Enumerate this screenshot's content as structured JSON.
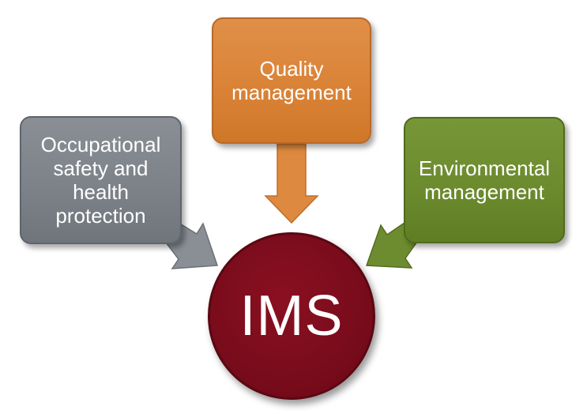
{
  "diagram": {
    "center": {
      "label": "IMS",
      "color": "#7a0c1c"
    },
    "nodes": [
      {
        "id": "quality",
        "label": "Quality management",
        "lines": [
          "Quality",
          "management"
        ],
        "color": "#d98236",
        "arrow_color": "#dd8a40"
      },
      {
        "id": "ohs",
        "label": "Occupational safety and health protection",
        "lines": [
          "Occupational",
          "safety and",
          "health",
          "protection"
        ],
        "color": "#7c8188",
        "arrow_color": "#8a8f95"
      },
      {
        "id": "environmental",
        "label": "Environmental management",
        "lines": [
          "Environmental",
          "management"
        ],
        "color": "#6b8a2d",
        "arrow_color": "#6d8c2f"
      }
    ]
  }
}
